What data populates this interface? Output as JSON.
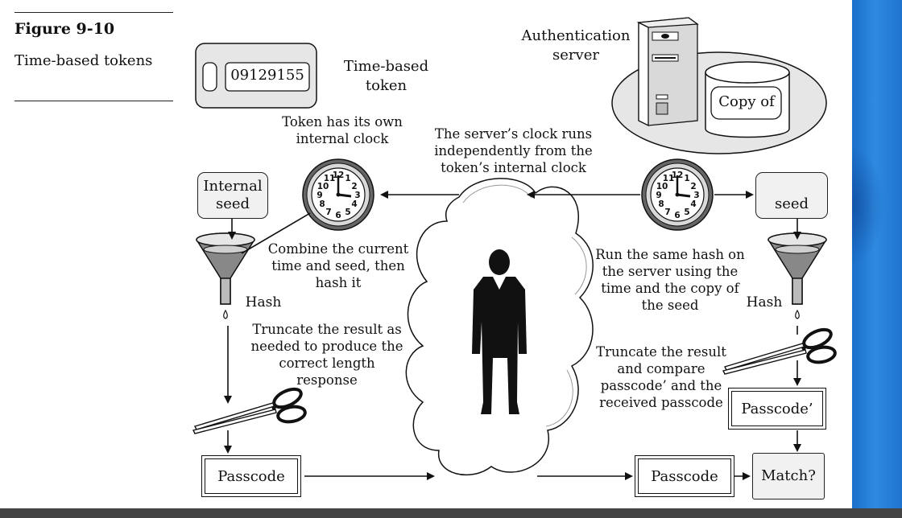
{
  "figure": {
    "number": "Figure 9-10",
    "caption": "Time-based tokens"
  },
  "token": {
    "display": "09129155",
    "label": "Time-based token"
  },
  "server": {
    "label": "Authentication server",
    "storage_label": "Copy of"
  },
  "notes": {
    "token_clock": "Token has its own internal clock",
    "server_clock": "The server’s clock runs independently from the token’s internal clock",
    "combine": "Combine the current time and seed, then hash it",
    "run_same_hash": "Run the same hash on the server using the time and the copy of the seed",
    "truncate_left": "Truncate the result as needed to produce the correct length response",
    "truncate_right": "Truncate the result and compare passcode’ and the received passcode"
  },
  "left": {
    "seed": "Internal seed",
    "hash": "Hash",
    "passcode": "Passcode"
  },
  "right": {
    "seed": "seed",
    "hash": "Hash",
    "passcode_prime": "Passcode’",
    "passcode": "Passcode",
    "match": "Match?"
  },
  "colors": {
    "box_fill": "#f1f1f1",
    "outline": "#222222",
    "accent_blue": "#2e8ae0"
  }
}
